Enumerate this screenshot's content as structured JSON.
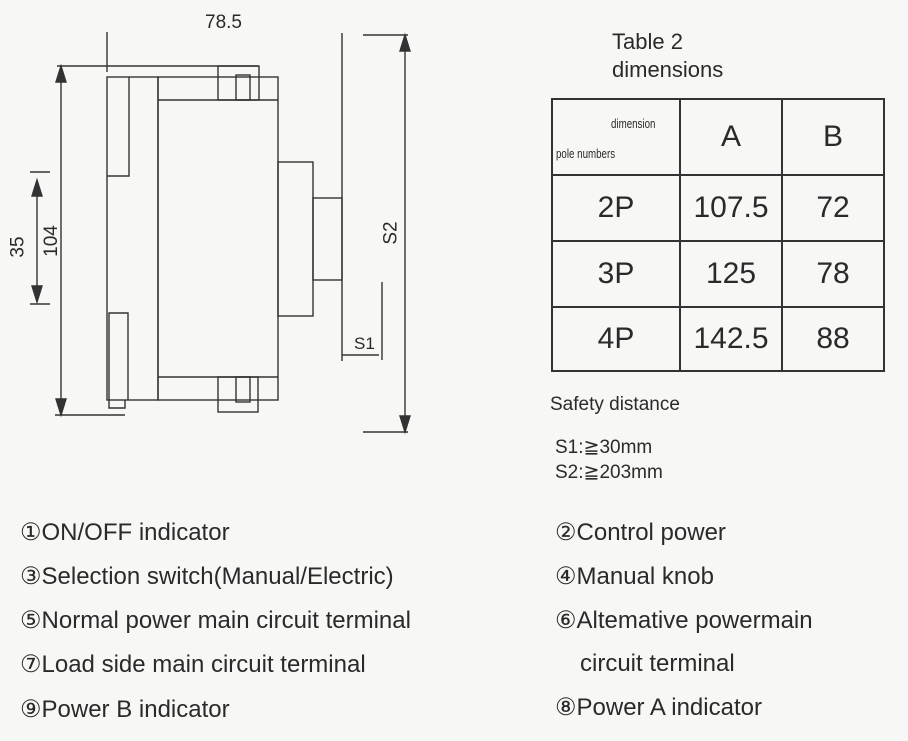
{
  "drawing": {
    "dim_width": "78.5",
    "dim_height": "104",
    "dim_rail": "35",
    "label_s1": "S1",
    "label_s2": "S2"
  },
  "table": {
    "title_line1": "Table 2",
    "title_line2": "dimensions",
    "header_corner_top": "dimension",
    "header_corner_bottom": "pole numbers",
    "col_a": "A",
    "col_b": "B",
    "rows": [
      {
        "pole": "2P",
        "a": "107.5",
        "b": "72"
      },
      {
        "pole": "3P",
        "a": "125",
        "b": "78"
      },
      {
        "pole": "4P",
        "a": "142.5",
        "b": "88"
      }
    ]
  },
  "safety": {
    "title": "Safety distance",
    "s1": "S1:≧30mm",
    "s2": "S2:≧203mm"
  },
  "legend": {
    "item1": "①ON/OFF indicator",
    "item2": "②Control power",
    "item3": "③Selection switch(Manual/Electric)",
    "item4": "④Manual knob",
    "item5": "⑤Normal power main circuit terminal",
    "item6a": "⑥Altemative powermain",
    "item6b": "circuit terminal",
    "item7": "⑦Load side main circuit terminal",
    "item9": "⑨Power B indicator",
    "item8": "⑧Power A indicator"
  }
}
